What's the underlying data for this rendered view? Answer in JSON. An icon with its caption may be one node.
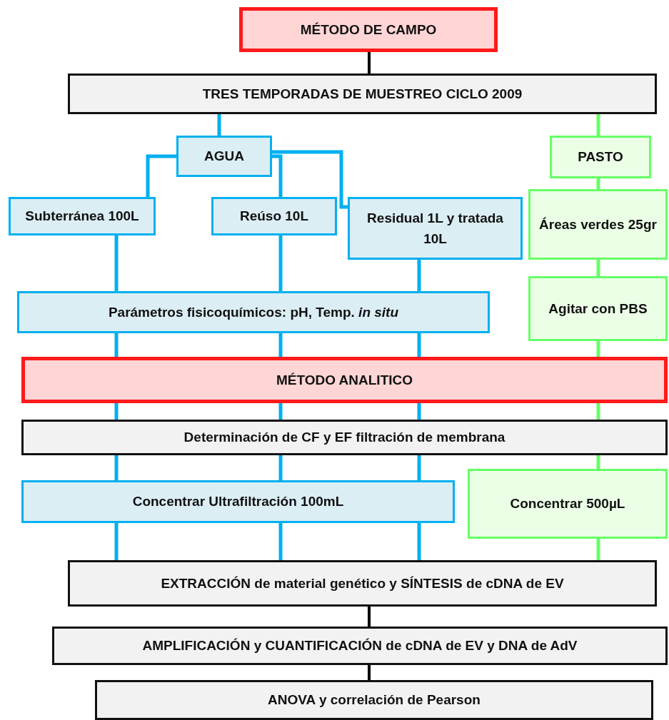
{
  "diagram": {
    "nodes": [
      {
        "text": [
          "MÉTODO DE CAMPO"
        ]
      },
      {
        "text": [
          "TRES TEMPORADAS DE MUESTREO CICLO 2009"
        ]
      },
      {
        "text": [
          "AGUA"
        ]
      },
      {
        "text": [
          "PASTO"
        ]
      },
      {
        "text": [
          "Subterránea 100L"
        ]
      },
      {
        "text": [
          "Reúso 10L"
        ]
      },
      {
        "text": [
          "Residual 1L y tratada 10L"
        ]
      },
      {
        "text": [
          "Áreas verdes 25gr"
        ]
      },
      {
        "text": [
          "Parámetros fisicoquímicos:  pH, Temp. *in situ*"
        ]
      },
      {
        "text": [
          "Agitar con PBS"
        ]
      },
      {
        "text": [
          "MÉTODO ANALITICO"
        ]
      },
      {
        "text": [
          "Determinación de CF y EF filtración de membrana"
        ]
      },
      {
        "text": [
          "Concentrar Ultrafiltración 100mL"
        ]
      },
      {
        "text": [
          "Concentrar 500µL"
        ]
      },
      {
        "text": [
          "EXTRACCIÓN de material genético y SÍNTESIS de cDNA  de EV"
        ]
      },
      {
        "text": [
          "AMPLIFICACIÓN y CUANTIFICACIÓN de cDNA de EV  y DNA de AdV"
        ]
      },
      {
        "text": [
          "ANOVA y correlación de Pearson"
        ]
      }
    ],
    "edges": [
      {
        "from": 0,
        "to": 1,
        "arrow": "none",
        "color": "#000000"
      },
      {
        "from": 1,
        "to": 2,
        "arrow": "none"
      },
      {
        "from": 1,
        "to": 3,
        "arrow": "none",
        "color": "#66ff66"
      },
      {
        "from": 2,
        "to": 4,
        "arrow": "none"
      },
      {
        "from": 2,
        "to": 5,
        "arrow": "none"
      },
      {
        "from": 2,
        "to": 6,
        "arrow": "none"
      },
      {
        "from": 3,
        "to": 7,
        "arrow": "none",
        "color": "#66ff66"
      },
      {
        "from": 4,
        "to": 8,
        "arrow": "none"
      },
      {
        "from": 5,
        "to": 8,
        "arrow": "none"
      },
      {
        "from": 6,
        "to": 8,
        "arrow": "none"
      },
      {
        "from": 7,
        "to": 9,
        "arrow": "none",
        "color": "#66ff66"
      },
      {
        "from": 8,
        "to": 10,
        "arrow": "none"
      },
      {
        "from": 8,
        "to": 10,
        "arrow": "none"
      },
      {
        "from": 8,
        "to": 10,
        "arrow": "none"
      },
      {
        "from": 9,
        "to": 10,
        "arrow": "none",
        "color": "#66ff66"
      },
      {
        "from": 10,
        "to": 11,
        "arrow": "none"
      },
      {
        "from": 10,
        "to": 11,
        "arrow": "none"
      },
      {
        "from": 10,
        "to": 11,
        "arrow": "none"
      },
      {
        "from": 10,
        "to": 11,
        "arrow": "none",
        "color": "#66ff66"
      },
      {
        "from": 11,
        "to": 12,
        "arrow": "none"
      },
      {
        "from": 11,
        "to": 12,
        "arrow": "none"
      },
      {
        "from": 11,
        "to": 12,
        "arrow": "none"
      },
      {
        "from": 11,
        "to": 13,
        "arrow": "none",
        "color": "#66ff66"
      },
      {
        "from": 12,
        "to": 14,
        "arrow": "none"
      },
      {
        "from": 12,
        "to": 14,
        "arrow": "none"
      },
      {
        "from": 12,
        "to": 14,
        "arrow": "none"
      },
      {
        "from": 13,
        "to": 14,
        "arrow": "none",
        "color": "#66ff66"
      },
      {
        "from": 14,
        "to": 15,
        "arrow": "none",
        "color": "#000000"
      },
      {
        "from": 15,
        "to": 16,
        "arrow": "none",
        "color": "#000000"
      }
    ]
  }
}
